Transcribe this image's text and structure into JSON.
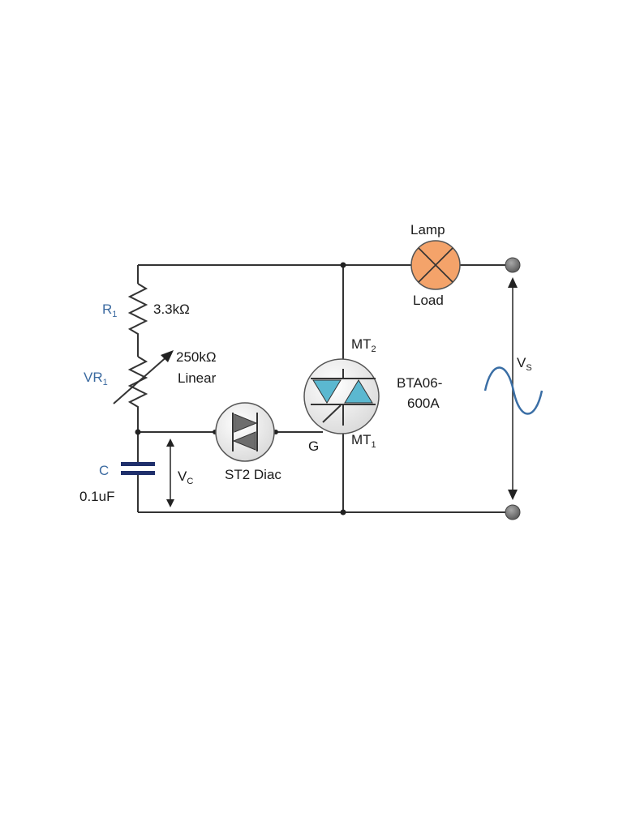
{
  "components": {
    "lamp": {
      "top_label": "Lamp",
      "bottom_label": "Load",
      "fill_color": "#f4a36a"
    },
    "r1": {
      "name": "R",
      "sub": "1",
      "value": "3.3kΩ",
      "name_color": "#3b6aa0"
    },
    "vr1": {
      "name": "VR",
      "sub": "1",
      "value": "250kΩ",
      "note": "Linear",
      "name_color": "#3b6aa0"
    },
    "capacitor": {
      "name": "C",
      "value": "0.1uF",
      "plate_color": "#1f2f6b",
      "name_color": "#3b6aa0"
    },
    "vc": {
      "name": "V",
      "sub": "C"
    },
    "diac": {
      "label": "ST2 Diac",
      "fill_color": "#6d6d6d"
    },
    "gate": {
      "label": "G"
    },
    "triac": {
      "mt2": {
        "name": "MT",
        "sub": "2"
      },
      "mt1": {
        "name": "MT",
        "sub": "1"
      },
      "part_line1": "BTA06-",
      "part_line2": "600A",
      "fill_color": "#5bb8d0"
    },
    "supply": {
      "name": "V",
      "sub": "S",
      "wave_color": "#3a6ea5",
      "terminal_color": "#7a7a7a"
    }
  }
}
